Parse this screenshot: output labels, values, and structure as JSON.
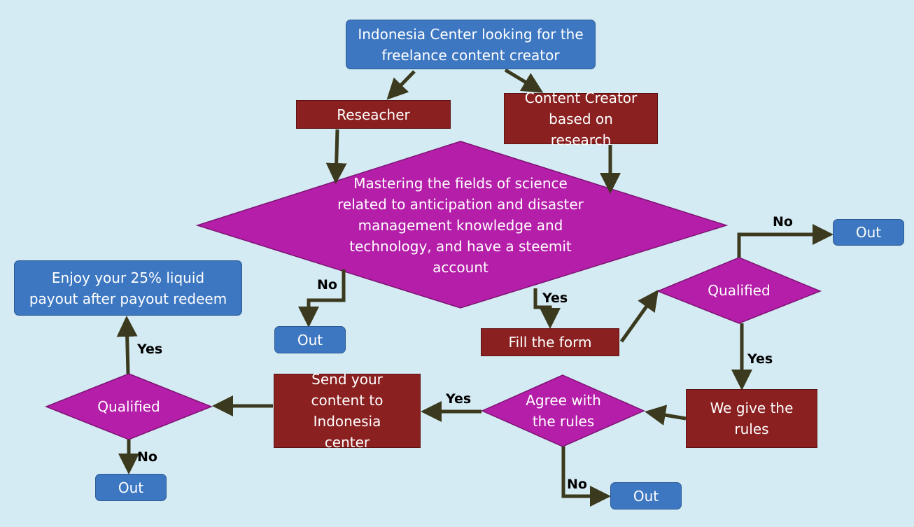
{
  "nodes": {
    "start": "Indonesia Center looking for the freelance content creator",
    "researcher": "Reseacher",
    "content_creator": "Content Creator based on research",
    "mastering": "Mastering the fields of science related to anticipation and disaster management knowledge and technology, and have a steemit account",
    "out_1": "Out",
    "fill_form": "Fill the form",
    "qualified_1": "Qualified",
    "out_2": "Out",
    "give_rules": "We give the rules",
    "agree_rules": "Agree with the rules",
    "out_3": "Out",
    "send_content": "Send your content to Indonesia center",
    "qualified_2": "Qualified",
    "out_4": "Out",
    "enjoy": "Enjoy your 25% liquid payout after payout redeem"
  },
  "labels": {
    "mastering_no": "No",
    "mastering_yes": "Yes",
    "qualified_1_no": "No",
    "qualified_1_yes": "Yes",
    "agree_yes": "Yes",
    "agree_no": "No",
    "qualified_2_yes": "Yes",
    "qualified_2_no": "No"
  },
  "colors": {
    "background": "#d5ebf3",
    "blue_box": "#3d77c1",
    "red_box": "#8b2020",
    "decision": "#b51ea9",
    "arrow": "#3b3a1e"
  }
}
